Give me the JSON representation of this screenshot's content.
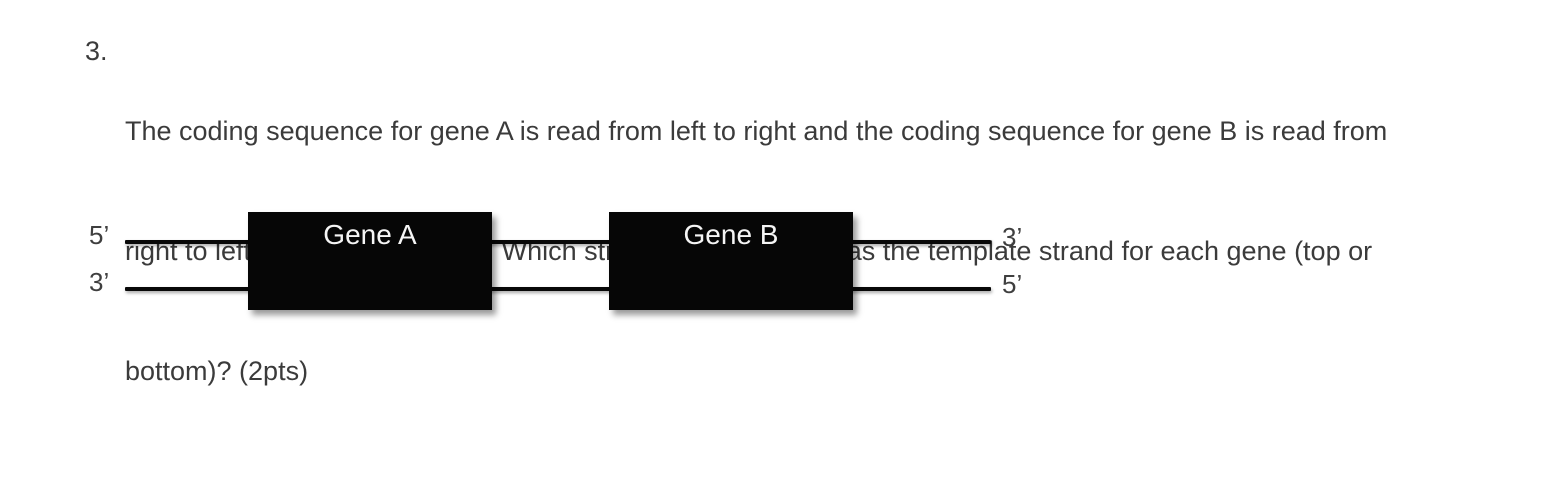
{
  "page": {
    "background": "#ffffff",
    "text_color": "#3b3b3b"
  },
  "question": {
    "number": "3.",
    "lines": [
      "The coding sequence for gene A is read from left to right and the coding sequence for gene B is read from",
      "right to left (see image below).  Which strand of DNA serves as the template strand for each gene (top or",
      "bottom)? (2pts)"
    ],
    "points": "2pts"
  },
  "diagram": {
    "strands": {
      "top": {
        "left_label": "5’",
        "right_label": "3’"
      },
      "bottom": {
        "left_label": "3’",
        "right_label": "5’"
      }
    },
    "genes": [
      {
        "label": "Gene A"
      },
      {
        "label": "Gene B"
      }
    ],
    "colors": {
      "strand_line": "#080808",
      "gene_box": "#060606",
      "gene_label": "#f5f5f5",
      "prime_label": "#3f3f3f"
    }
  }
}
